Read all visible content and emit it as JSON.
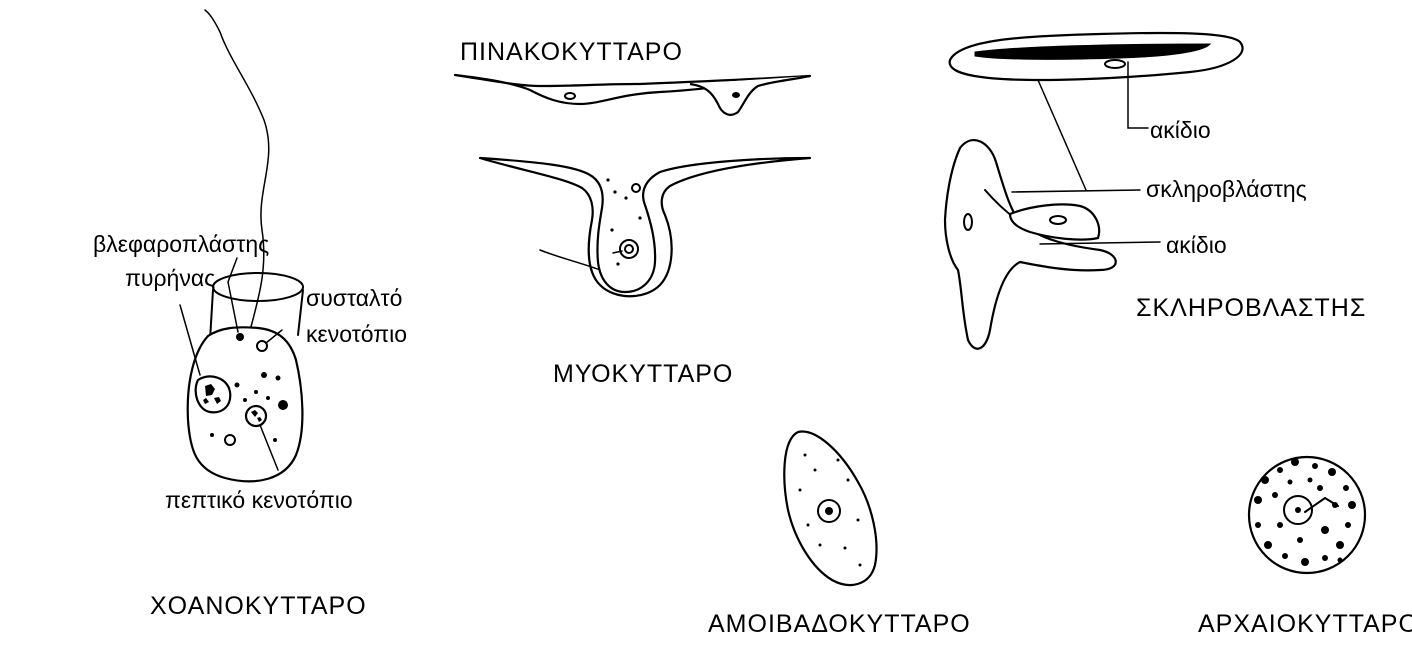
{
  "cells": {
    "choanocyte": {
      "title": "ΧΟΑΝΟΚΥΤΤΑΡΟ",
      "labels": {
        "blepharoplast": "βλεφαροπλάστης",
        "nucleus": "πυρήνας",
        "contractile": "συσταλτό",
        "vacuole": "κενοτόπιο",
        "digestive": "πεπτικό κενοτόπιο"
      }
    },
    "pinacocyte": {
      "title": "ΠΙΝΑΚΟΚΥΤΤΑΡΟ"
    },
    "myocyte": {
      "title": "ΜΥΟΚΥΤΤΑΡΟ"
    },
    "sclerocyte": {
      "title": "ΣΚΛΗΡΟΒΛΑΣΤΗΣ",
      "labels": {
        "spicule_top": "ακίδιο",
        "scleroblast": "σκληροβλάστης",
        "spicule_bottom": "ακίδιο"
      }
    },
    "amoebocyte": {
      "title": "ΑΜΟΙΒΑΔΟΚΥΤΤΑΡΟ"
    },
    "archaeocyte": {
      "title": "ΑΡΧΑΙΟΚΥΤΤΑΡΟ"
    }
  }
}
